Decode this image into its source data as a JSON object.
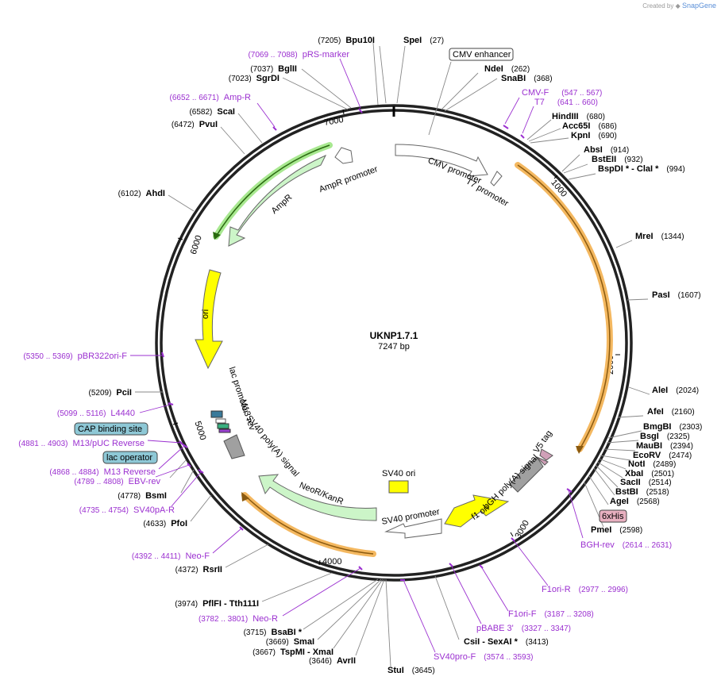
{
  "header": {
    "created_by": "Created by",
    "app_name": "SnapGene",
    "app_icon": "snapgene-icon"
  },
  "plasmid": {
    "name": "UKNP1.7.1",
    "size": "7247 bp"
  },
  "ticks": [
    "1000",
    "2000",
    "3000",
    "4000",
    "5000",
    "6000",
    "7000"
  ],
  "sites": [
    {
      "name": "SpeI",
      "pos": "(27)"
    },
    {
      "name": "NdeI",
      "pos": "(262)"
    },
    {
      "name": "SnaBI",
      "pos": "(368)"
    },
    {
      "name": "HindIII",
      "pos": "(680)"
    },
    {
      "name": "Acc65I",
      "pos": "(686)"
    },
    {
      "name": "KpnI",
      "pos": "(690)"
    },
    {
      "name": "AbsI",
      "pos": "(914)"
    },
    {
      "name": "BstEII",
      "pos": "(932)"
    },
    {
      "name": "BspDI * - ClaI *",
      "pos": "(994)"
    },
    {
      "name": "MreI",
      "pos": "(1344)"
    },
    {
      "name": "PasI",
      "pos": "(1607)"
    },
    {
      "name": "AleI",
      "pos": "(2024)"
    },
    {
      "name": "AfeI",
      "pos": "(2160)"
    },
    {
      "name": "BmgBI",
      "pos": "(2303)"
    },
    {
      "name": "BsgI",
      "pos": "(2325)"
    },
    {
      "name": "MauBI",
      "pos": "(2394)"
    },
    {
      "name": "EcoRV",
      "pos": "(2474)"
    },
    {
      "name": "NotI",
      "pos": "(2489)"
    },
    {
      "name": "XbaI",
      "pos": "(2501)"
    },
    {
      "name": "SacII",
      "pos": "(2514)"
    },
    {
      "name": "BstBI",
      "pos": "(2518)"
    },
    {
      "name": "AgeI",
      "pos": "(2568)"
    },
    {
      "name": "PmeI",
      "pos": "(2598)"
    },
    {
      "name": "CsiI - SexAI *",
      "pos": "(3413)"
    },
    {
      "name": "StuI",
      "pos": "(3645)"
    },
    {
      "name": "AvrII",
      "pos": "(3646)"
    },
    {
      "name": "TspMI - XmaI",
      "pos": "(3667)"
    },
    {
      "name": "SmaI",
      "pos": "(3669)"
    },
    {
      "name": "BsaBI *",
      "pos": "(3715)"
    },
    {
      "name": "PflFI - Tth111I",
      "pos": "(3974)"
    },
    {
      "name": "RsrII",
      "pos": "(4372)"
    },
    {
      "name": "PfoI",
      "pos": "(4633)"
    },
    {
      "name": "BsmI",
      "pos": "(4778)"
    },
    {
      "name": "PciI",
      "pos": "(5209)"
    },
    {
      "name": "AhdI",
      "pos": "(6102)"
    },
    {
      "name": "PvuI",
      "pos": "(6472)"
    },
    {
      "name": "ScaI",
      "pos": "(6582)"
    },
    {
      "name": "SgrDI",
      "pos": "(7023)"
    },
    {
      "name": "BglII",
      "pos": "(7037)"
    },
    {
      "name": "Bpu10I",
      "pos": "(7205)"
    }
  ],
  "primers": [
    {
      "name": "pRS-marker",
      "range": "(7069 .. 7088)"
    },
    {
      "name": "Amp-R",
      "range": "(6652 .. 6671)"
    },
    {
      "name": "CMV-F",
      "range": "(547 .. 567)"
    },
    {
      "name": "T7",
      "range": "(641 .. 660)"
    },
    {
      "name": "BGH-rev",
      "range": "(2614 .. 2631)"
    },
    {
      "name": "F1ori-R",
      "range": "(2977 .. 2996)"
    },
    {
      "name": "F1ori-F",
      "range": "(3187 .. 3208)"
    },
    {
      "name": "pBABE 3'",
      "range": "(3327 .. 3347)"
    },
    {
      "name": "SV40pro-F",
      "range": "(3574 .. 3593)"
    },
    {
      "name": "Neo-R",
      "range": "(3782 .. 3801)"
    },
    {
      "name": "Neo-F",
      "range": "(4392 .. 4411)"
    },
    {
      "name": "SV40pA-R",
      "range": "(4735 .. 4754)"
    },
    {
      "name": "EBV-rev",
      "range": "(4789 .. 4808)"
    },
    {
      "name": "M13 Reverse",
      "range": "(4868 .. 4884)"
    },
    {
      "name": "M13/pUC Reverse",
      "range": "(4881 .. 4903)"
    },
    {
      "name": "L4440",
      "range": "(5099 .. 5116)"
    },
    {
      "name": "pBR322ori-F",
      "range": "(5350 .. 5369)"
    }
  ],
  "boxed_labels": {
    "cmv_enhancer": "CMV enhancer",
    "cap_binding_site": "CAP binding site",
    "lac_operator": "lac operator",
    "his_tag": "6xHis"
  },
  "features": {
    "cmv_promoter": "CMV promoter",
    "t7_promoter": "T7 promoter",
    "ampr_promoter": "AmpR promoter",
    "ampr": "AmpR",
    "ori": "ori",
    "lac_promoter": "lac promoter",
    "m13_rev": "M13 rev",
    "sv40_polya": "SV40 poly(A) signal",
    "neo_kanr": "NeoR/KanR",
    "sv40_promoter": "SV40 promoter",
    "sv40_ori": "SV40 ori",
    "f1_ori": "f1 ori",
    "bgh_polya": "bGH poly(A) signal",
    "v5_tag": "V5 tag"
  },
  "colors": {
    "primer": "#9b30d0",
    "ampr_fill": "#ccf5c8",
    "ori_fill": "#ffff00",
    "orf_highlight": "#f4b860",
    "cap_box": "#8ec8d6",
    "his_box": "#e8b0c0"
  }
}
